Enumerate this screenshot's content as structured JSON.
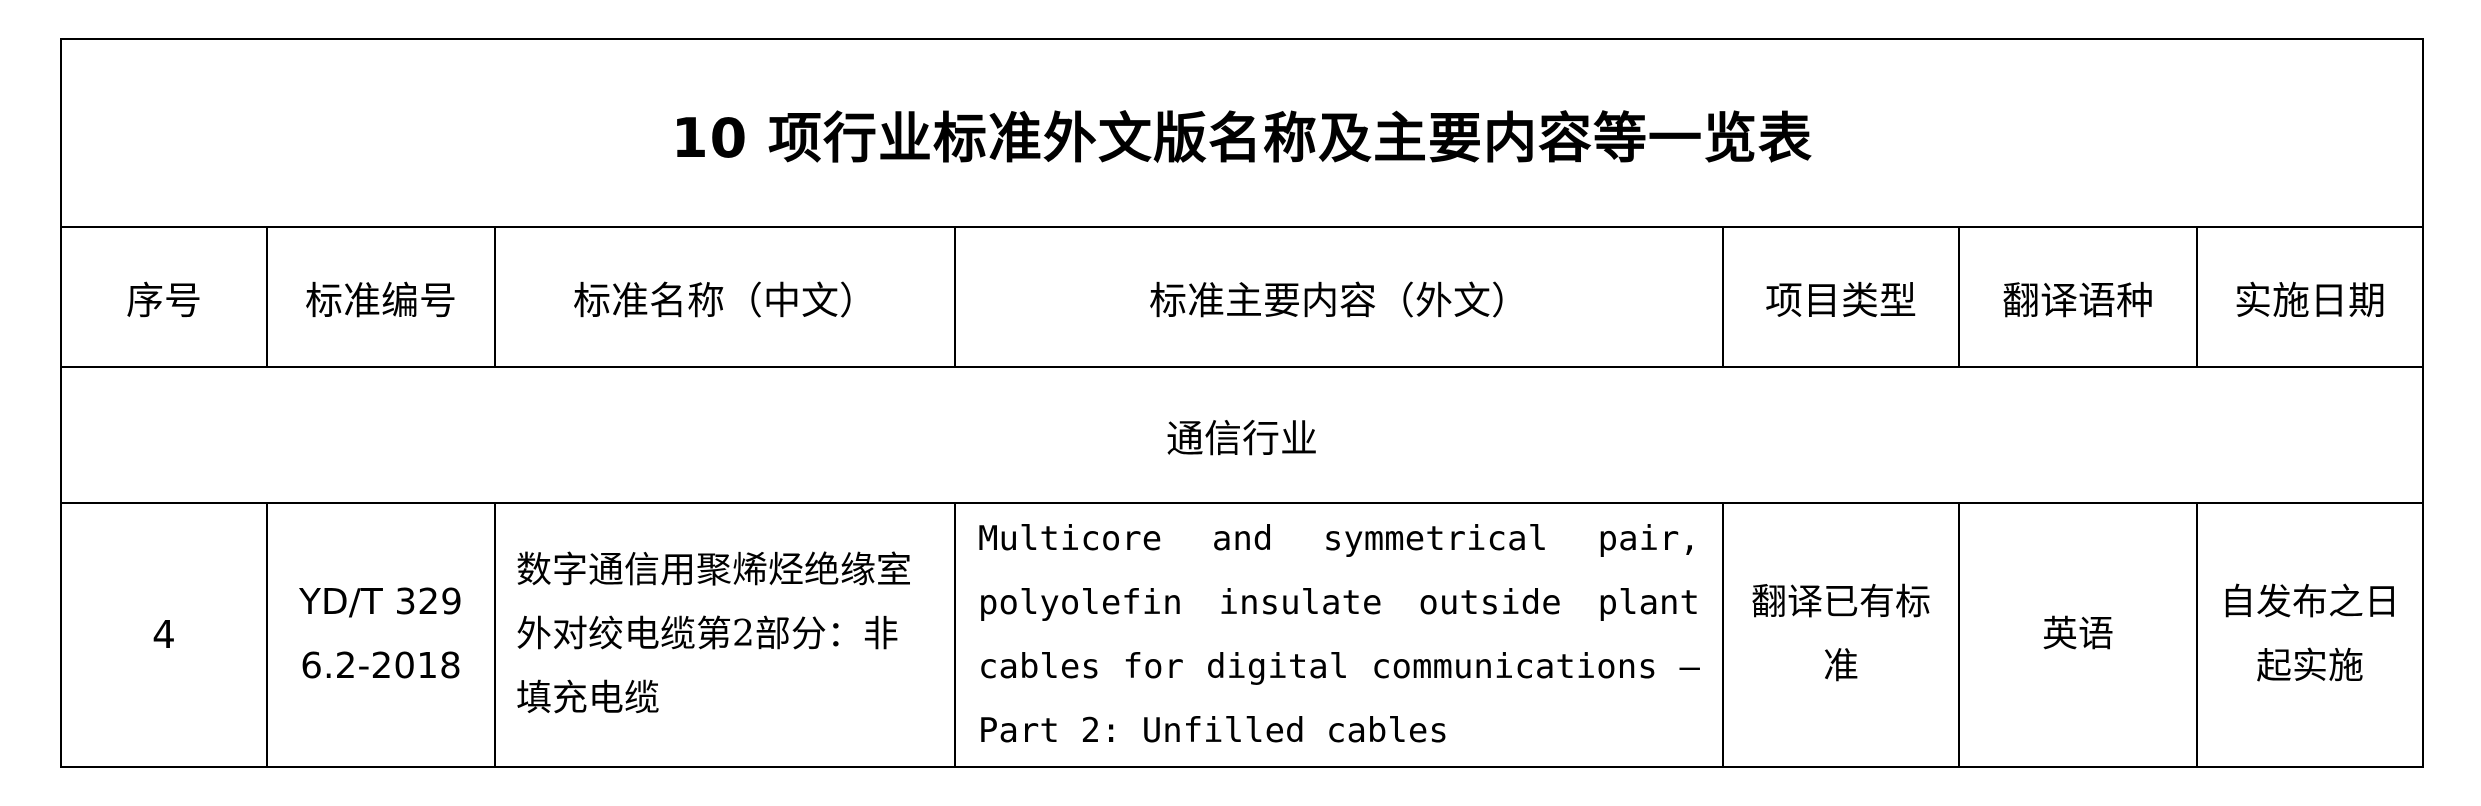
{
  "table": {
    "title": "10 项行业标准外文版名称及主要内容等一览表",
    "headers": {
      "serial": "序号",
      "standard_code": "标准编号",
      "name_cn": "标准名称（中文）",
      "content_foreign": "标准主要内容（外文）",
      "project_type": "项目类型",
      "translation_language": "翻译语种",
      "implementation_date": "实施日期"
    },
    "section": "通信行业",
    "rows": [
      {
        "serial": "4",
        "standard_code": "YD/T 3296.2-2018",
        "name_cn": "数字通信用聚烯烃绝缘室外对绞电缆第2部分：非填充电缆",
        "content_foreign": "Multicore and symmetrical pair, polyolefin insulate outside plant cables for digital communications — Part 2: Unfilled cables",
        "project_type": "翻译已有标准",
        "translation_language": "英语",
        "implementation_date": "自发布之日起实施"
      }
    ]
  }
}
